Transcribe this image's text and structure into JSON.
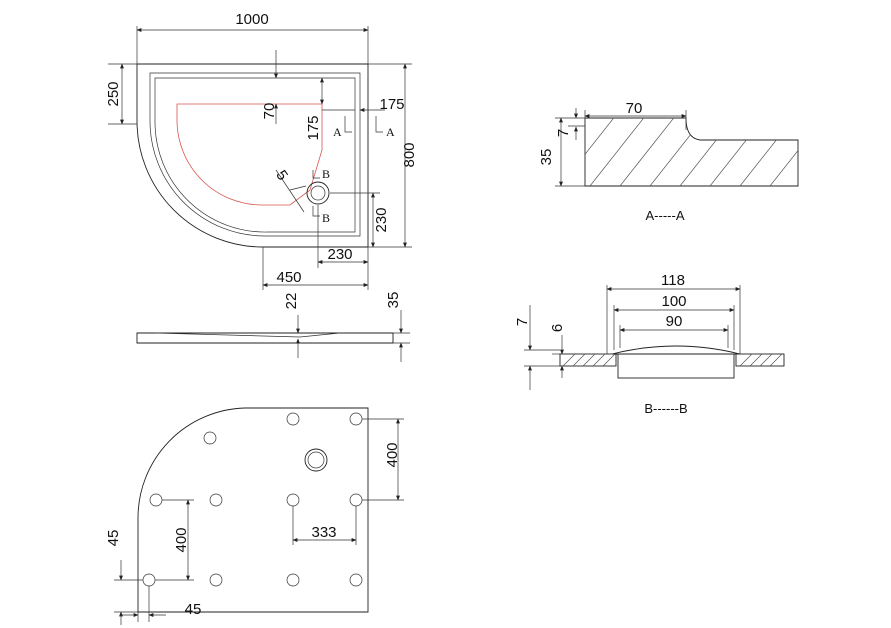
{
  "top_view": {
    "dims": {
      "width": "1000",
      "depth": "800",
      "radius_offset": "250",
      "slope_70": "70",
      "slope_175_v": "175",
      "slope_175_h": "175",
      "drain_230_v": "230",
      "drain_230_h": "230",
      "offset_450": "450",
      "angle_5": "5"
    },
    "section_marks": {
      "a_left": "A",
      "a_right": "A",
      "b_top": "B",
      "b_bottom": "B"
    },
    "colors": {
      "slope_outline": "#d9534f"
    }
  },
  "side_view": {
    "dims": {
      "depth_22": "22",
      "height_35": "35"
    }
  },
  "bottom_view": {
    "dims": {
      "v_400_right": "400",
      "v_400_left": "400",
      "h_333": "333",
      "edge_45_v": "45",
      "edge_45_h": "45"
    }
  },
  "section_aa": {
    "dims": {
      "top_70": "70",
      "height_35": "35",
      "step_7": "7"
    },
    "label": "A-----A"
  },
  "section_bb": {
    "dims": {
      "w_118": "118",
      "w_100": "100",
      "w_90": "90",
      "h_7": "7",
      "h_6": "6"
    },
    "label": "B------B"
  }
}
